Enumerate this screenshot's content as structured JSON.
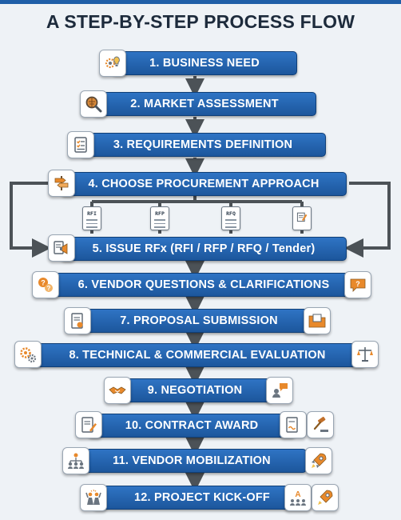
{
  "title": "A STEP-BY-STEP PROCESS FLOW",
  "colors": {
    "step_blue": "#2f74c4",
    "accent_orange": "#e8892b",
    "arrow_gray": "#4c5257",
    "title_dark": "#1d2b3c"
  },
  "steps": [
    {
      "label": "1. BUSINESS NEED",
      "icons": [
        "lightbulb-gears-icon"
      ]
    },
    {
      "label": "2. MARKET ASSESSMENT",
      "icons": [
        "magnifier-globe-icon"
      ]
    },
    {
      "label": "3. REQUIREMENTS DEFINITION",
      "icons": [
        "checklist-document-icon"
      ]
    },
    {
      "label": "4. CHOOSE PROCUREMENT APPROACH",
      "icons": [
        "signpost-icon"
      ]
    },
    {
      "label": "5. ISSUE RFx (RFI / RFP / RFQ / Tender)",
      "icons": [
        "document-megaphone-icon"
      ]
    },
    {
      "label": "6. VENDOR QUESTIONS & CLARIFICATIONS",
      "icons": [
        "question-bubbles-icon",
        "question-chat-icon"
      ]
    },
    {
      "label": "7. PROPOSAL SUBMISSION",
      "icons": [
        "proposal-document-icon",
        "folder-icon"
      ]
    },
    {
      "label": "8. TECHNICAL & COMMERCIAL EVALUATION",
      "icons": [
        "gears-icon",
        "scales-icon"
      ]
    },
    {
      "label": "9. NEGOTIATION",
      "icons": [
        "handshake-icon",
        "person-speech-icon"
      ]
    },
    {
      "label": "10. CONTRACT AWARD",
      "icons": [
        "contract-pen-icon",
        "signed-contract-gavel-icon"
      ]
    },
    {
      "label": "11. VENDOR MOBILIZATION",
      "icons": [
        "team-hierarchy-icon",
        "rocket-icon"
      ]
    },
    {
      "label": "12. PROJECT KICK-OFF",
      "icons": [
        "celebrating-people-icon",
        "team-rocket-icon"
      ]
    }
  ],
  "rfx_documents": [
    {
      "code": "RFI"
    },
    {
      "code": "RFP"
    },
    {
      "code": "RFQ"
    },
    {
      "code": ""
    }
  ]
}
